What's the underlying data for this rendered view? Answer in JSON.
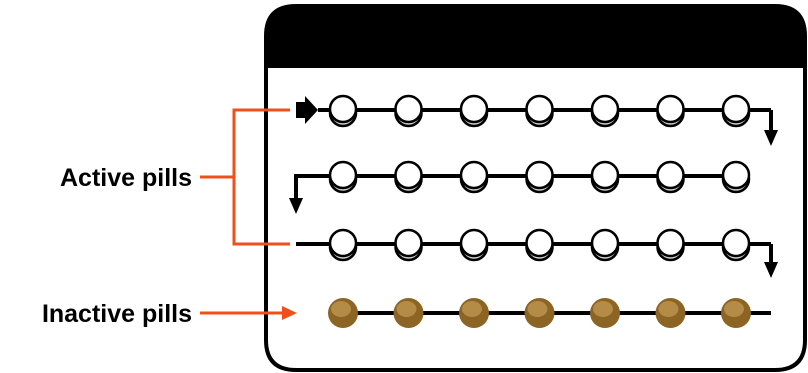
{
  "labels": {
    "active": "Active pills",
    "inactive": "Inactive pills"
  },
  "colors": {
    "case_header": "#000000",
    "case_outline": "#000000",
    "active_pill_fill": "#ffffff",
    "active_pill_shadow": "#cfcfcf",
    "inactive_pill_fill": "#8c6424",
    "inactive_pill_highlight": "#b48c48",
    "callout": "#f04e1a",
    "track": "#000000"
  },
  "pill_rows": [
    {
      "type": "active",
      "count": 7,
      "direction": "left-to-right"
    },
    {
      "type": "active",
      "count": 7,
      "direction": "right-to-left"
    },
    {
      "type": "active",
      "count": 7,
      "direction": "left-to-right"
    },
    {
      "type": "inactive",
      "count": 7,
      "direction": "right-to-left"
    }
  ],
  "icons": {
    "start_marker": "arrow-right-icon",
    "row_turn": "arrow-down-icon"
  }
}
